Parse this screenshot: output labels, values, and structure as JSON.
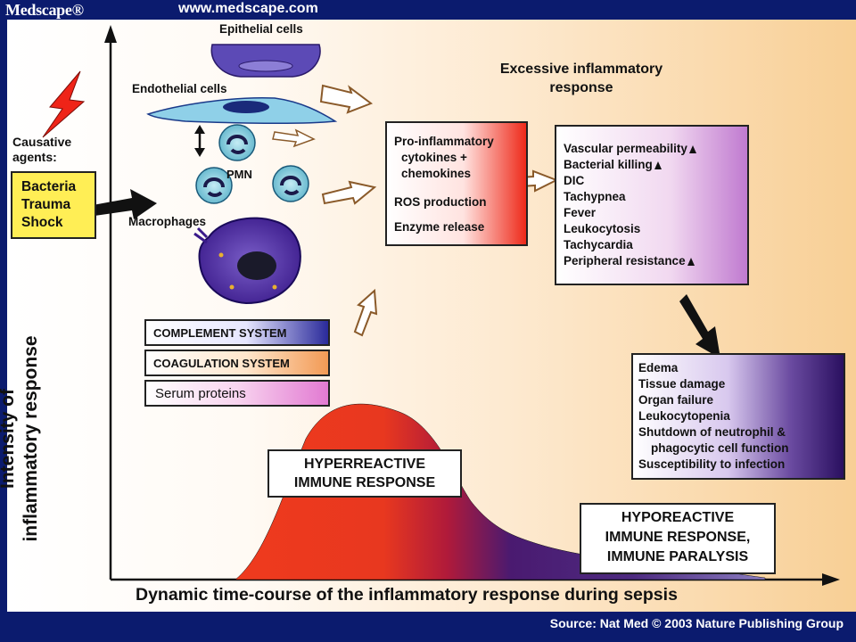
{
  "header": {
    "brand": "Medscape®",
    "url": "www.medscape.com"
  },
  "footer": {
    "source": "Source: Nat Med © 2003 Nature Publishing Group"
  },
  "causes": {
    "title": "Causative agents:",
    "items": [
      "Bacteria",
      "Trauma",
      "Shock"
    ]
  },
  "cells": {
    "epithelial": "Epithelial cells",
    "endothelial": "Endothelial cells",
    "pmn": "PMN",
    "macrophages": "Macrophages"
  },
  "systems": [
    "COMPLEMENT SYSTEM",
    "COAGULATION SYSTEM",
    "Serum proteins"
  ],
  "excessive_title": "Excessive inflammatory response",
  "mediators": [
    "Pro-inflammatory",
    "cytokines +",
    "chemokines",
    "ROS production",
    "Enzyme release"
  ],
  "effects": [
    "Vascular permeability",
    "Bacterial killing",
    "DIC",
    "Tachypnea",
    "Fever",
    "Leukocytosis",
    "Tachycardia",
    "Peripheral resistance"
  ],
  "consequences": [
    "Edema",
    "Tissue damage",
    "Organ failure",
    "Leukocytopenia",
    "Shutdown of neutrophil &",
    "phagocytic cell function",
    "Susceptibility to infection"
  ],
  "hyper": [
    "HYPERREACTIVE",
    "IMMUNE RESPONSE"
  ],
  "hypo": [
    "HYPOREACTIVE",
    "IMMUNE RESPONSE,",
    "IMMUNE PARALYSIS"
  ],
  "axes": {
    "y_line1": "Intensity of",
    "y_line2": "inflammatory response",
    "x": "Dynamic time-course of the inflammatory response during sepsis"
  },
  "colors": {
    "frame": "#0b1b6e",
    "hyper_red": "#ef3a1e",
    "hypo_purple": "#3c1464",
    "cause_box": "#ffee55"
  },
  "icons": [
    "lightning-icon",
    "double-arrow-icon",
    "hollow-arrow-icon",
    "black-arrow-icon"
  ]
}
